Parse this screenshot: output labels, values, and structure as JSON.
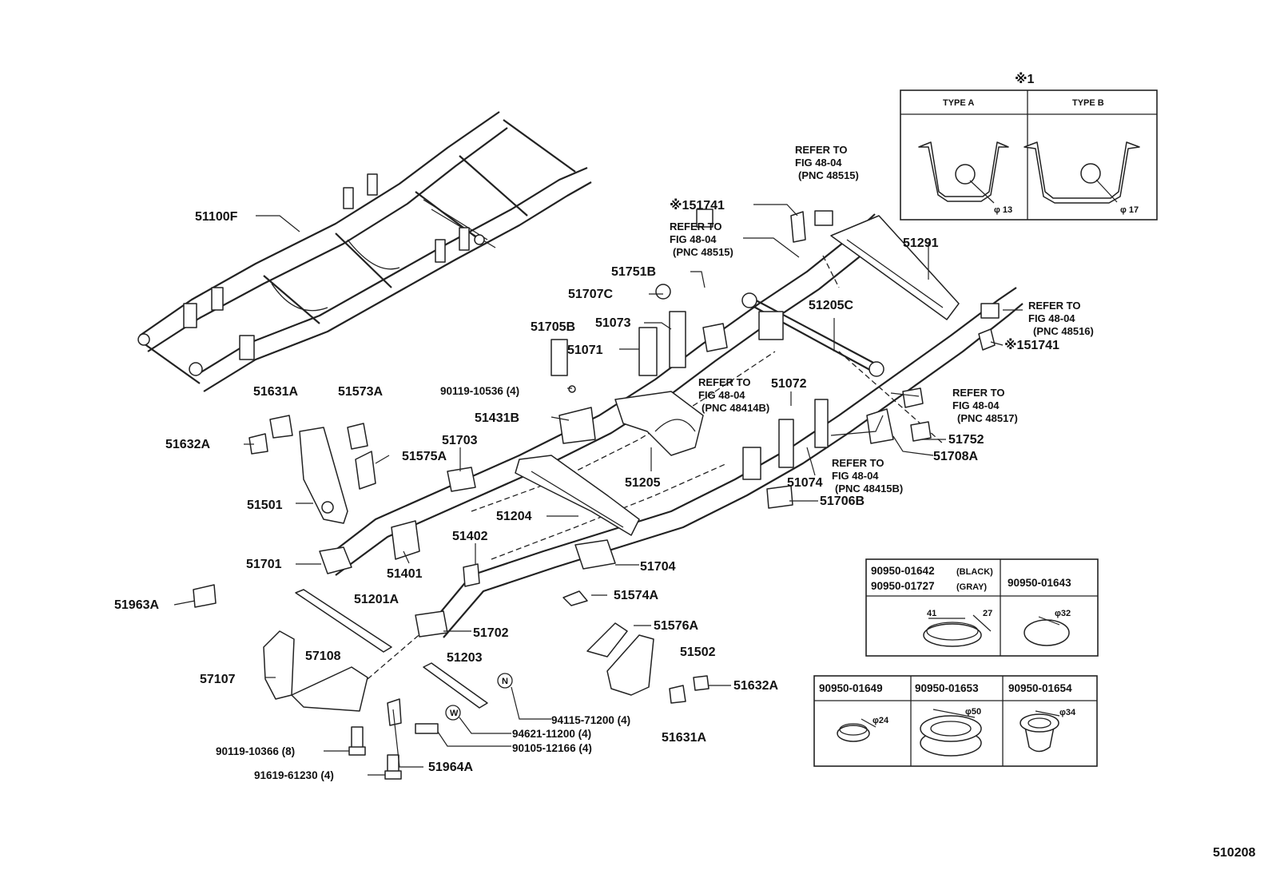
{
  "diagram_id": "510208",
  "note_mark": "※1",
  "type_table": {
    "type_a_header": "TYPE A",
    "type_b_header": "TYPE B",
    "type_a_dim": "φ 13",
    "type_b_dim": "φ 17"
  },
  "refer": {
    "r1": [
      "REFER TO",
      "FIG 48-04",
      "(PNC 48515)"
    ],
    "r2": [
      "REFER TO",
      "FIG 48-04",
      "(PNC 48515)"
    ],
    "r3": [
      "REFER TO",
      "FIG 48-04",
      "(PNC 48516)"
    ],
    "r4": [
      "REFER TO",
      "FIG 48-04",
      "(PNC 48414B)"
    ],
    "r5": [
      "REFER TO",
      "FIG 48-04",
      "(PNC 48517)"
    ],
    "r6": [
      "REFER TO",
      "FIG 48-04",
      "(PNC 48415B)"
    ]
  },
  "labels": {
    "p51100F": "51100F",
    "p151741a": "※151741",
    "p151741b": "※151741",
    "p51291": "51291",
    "p51751B": "51751B",
    "p51707C": "51707C",
    "p51073": "51073",
    "p51705B": "51705B",
    "p51071": "51071",
    "p51205C": "51205C",
    "p51072": "51072",
    "p90119_10536": "90119-10536 (4)",
    "p51631A_top": "51631A",
    "p51573A": "51573A",
    "p51431B": "51431B",
    "p51632A_left": "51632A",
    "p51703": "51703",
    "p51575A": "51575A",
    "p51752": "51752",
    "p51708A": "51708A",
    "p51205": "51205",
    "p51074": "51074",
    "p51706B": "51706B",
    "p51501": "51501",
    "p51204": "51204",
    "p51402": "51402",
    "p51701": "51701",
    "p51401": "51401",
    "p51704": "51704",
    "p51963A": "51963A",
    "p51201A": "51201A",
    "p51574A": "51574A",
    "p51702": "51702",
    "p51576A": "51576A",
    "p57108": "57108",
    "p51203": "51203",
    "p51502": "51502",
    "p57107": "57107",
    "p51632A_right": "51632A",
    "p94115_71200": "94115-71200 (4)",
    "p94621_11200": "94621-11200 (4)",
    "p51631A_bottom": "51631A",
    "p90105_12166": "90105-12166 (4)",
    "p90119_10366": "90119-10366 (8)",
    "p51964A": "51964A",
    "p91619_61230": "91619-61230 (4)",
    "mark_n": "N",
    "mark_w": "W"
  },
  "plug_table_top": {
    "col1_line1": "90950-01642",
    "col1_line1_note": "(BLACK)",
    "col1_line2": "90950-01727",
    "col1_line2_note": "(GRAY)",
    "col2": "90950-01643",
    "dim_41": "41",
    "dim_27": "27",
    "dim_32": "φ32"
  },
  "plug_table_bottom": {
    "col1": "90950-01649",
    "col2": "90950-01653",
    "col3": "90950-01654",
    "dim_24": "φ24",
    "dim_50": "φ50",
    "dim_34": "φ34"
  }
}
